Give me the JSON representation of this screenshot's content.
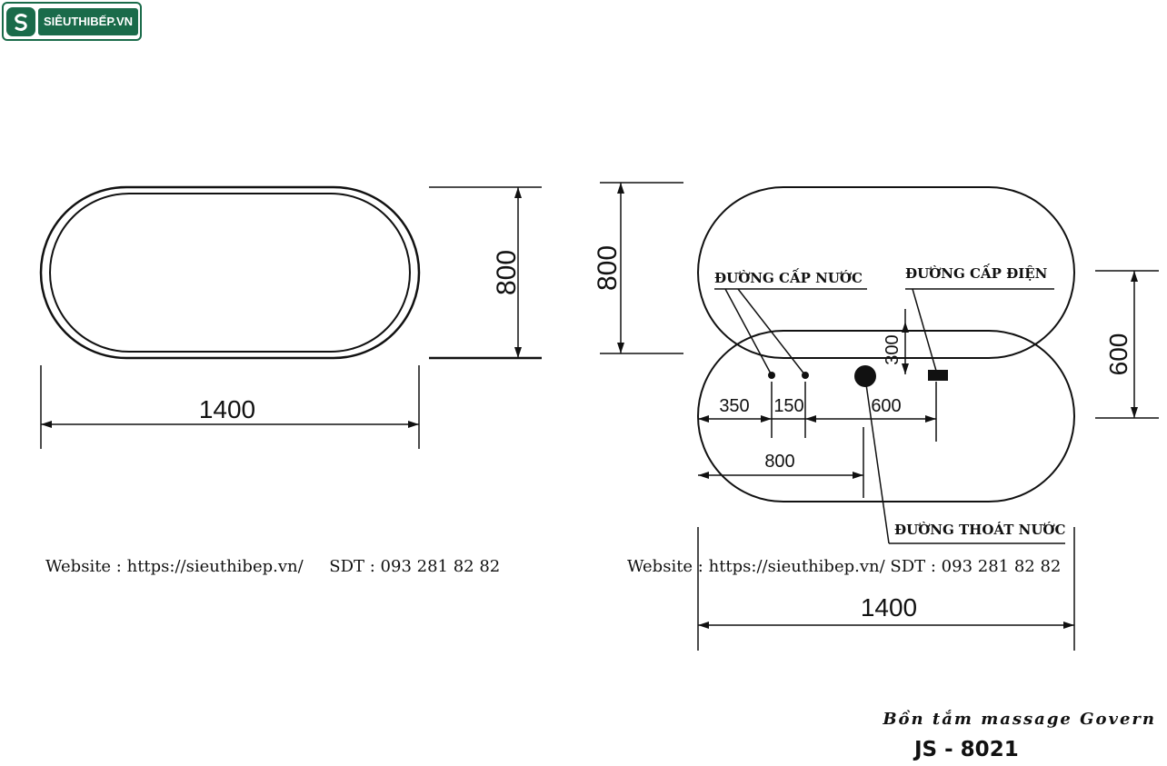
{
  "logo": {
    "text": "SIÊUTHIBẾP.VN"
  },
  "drawing_top": {
    "width_dim": "1400",
    "height_dim": "800"
  },
  "drawing_plan": {
    "height_dim": "800",
    "width_dim": "1400",
    "right_dim": "600",
    "dim_350": "350",
    "dim_150": "150",
    "dim_600": "600",
    "dim_800": "800",
    "dim_300": "300",
    "label_water_supply": "ĐƯỜNG CẤP NƯỚC",
    "label_power_supply": "ĐƯỜNG CẤP ĐIỆN",
    "label_drain": "ĐƯỜNG THOÁT NƯỚC"
  },
  "footer": {
    "website_left": "Website : https://sieuthibep.vn/     SDT : 093 281 82 82",
    "website_right": "Website : https://sieuthibep.vn/ SDT : 093 281 82 82",
    "product_name": "Bồn tắm massage Govern",
    "model_code": "JS - 8021"
  },
  "colors": {
    "brand": "#1a6b4a",
    "ink": "#111111"
  }
}
